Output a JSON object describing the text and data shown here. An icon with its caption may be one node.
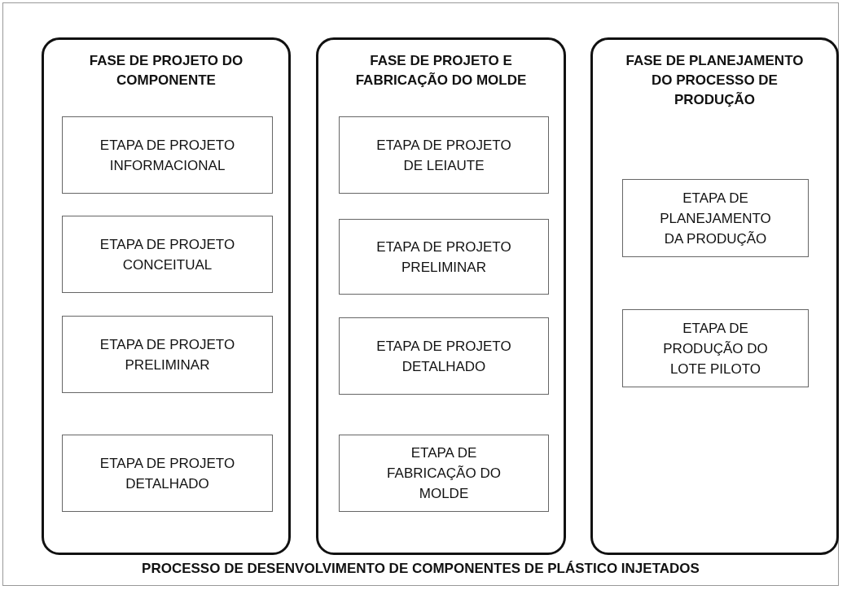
{
  "diagram": {
    "nodes": [
      {
        "text": [
          "PROCESSO DE DESENVOLVIMENTO DE COMPONENTES DE PLÁSTICO INJETADOS"
        ]
      },
      {
        "text": [
          "FASE DE PROJETO DO COMPONENTE"
        ],
        "in": 0
      },
      {
        "text": [
          "ETAPA DE PROJETO INFORMACIONAL"
        ],
        "in": 1
      },
      {
        "text": [
          "ETAPA DE PROJETO CONCEITUAL"
        ],
        "in": 1
      },
      {
        "text": [
          "ETAPA DE PROJETO PRELIMINAR"
        ],
        "in": 1
      },
      {
        "text": [
          "ETAPA DE PROJETO DETALHADO"
        ],
        "in": 1
      },
      {
        "text": [
          "FASE DE PROJETO E FABRICAÇÃO DO MOLDE"
        ],
        "in": 0
      },
      {
        "text": [
          "ETAPA DE PROJETO DE LEIAUTE"
        ],
        "in": 6
      },
      {
        "text": [
          "ETAPA DE PROJETO PRELIMINAR"
        ],
        "in": 6
      },
      {
        "text": [
          "ETAPA DE PROJETO DETALHADO"
        ],
        "in": 6
      },
      {
        "text": [
          "ETAPA DE FABRICAÇÃO DO MOLDE"
        ],
        "in": 6
      },
      {
        "text": [
          "FASE DE PLANEJAMENTO DO PROCESSO DE PRODUÇÃO"
        ],
        "in": 0
      },
      {
        "text": [
          "ETAPA DE PLANEJAMENTO DA PRODUÇÃO"
        ],
        "in": 11
      },
      {
        "text": [
          "ETAPA DE PRODUÇÃO DO LOTE PILOTO"
        ],
        "in": 11
      }
    ]
  }
}
